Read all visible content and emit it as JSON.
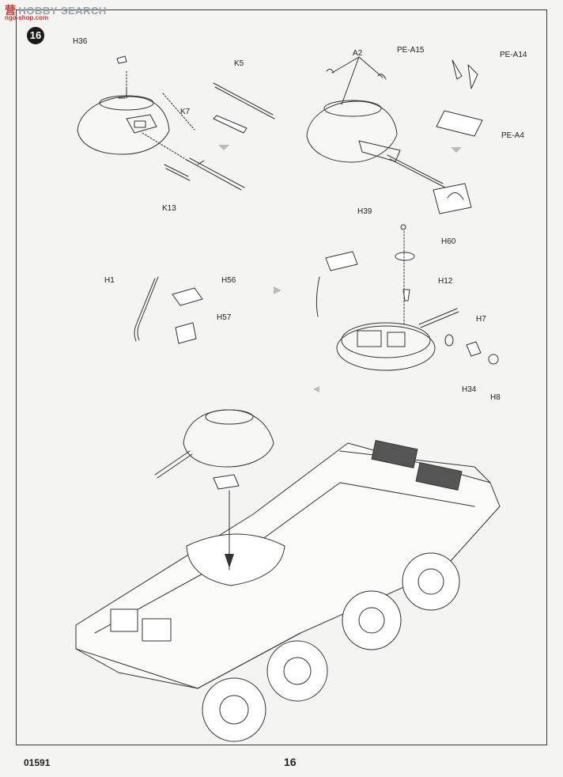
{
  "watermark": {
    "brand_mark": "营",
    "brand_text": "HOBBY SEARCH",
    "site": "ngo-shop.com"
  },
  "step_number": "16",
  "part_labels": {
    "h36": "H36",
    "k5": "K5",
    "k7": "K7",
    "k13": "K13",
    "a2": "A2",
    "pe_a15": "PE-A15",
    "pe_a14": "PE-A14",
    "pe_a4": "PE-A4",
    "h39": "H39",
    "h60": "H60",
    "h12": "H12",
    "h1": "H1",
    "h56": "H56",
    "h57": "H57",
    "h7": "H7",
    "h34": "H34",
    "h8": "H8"
  },
  "footer": {
    "kit_code": "01591",
    "page_number": "16"
  }
}
